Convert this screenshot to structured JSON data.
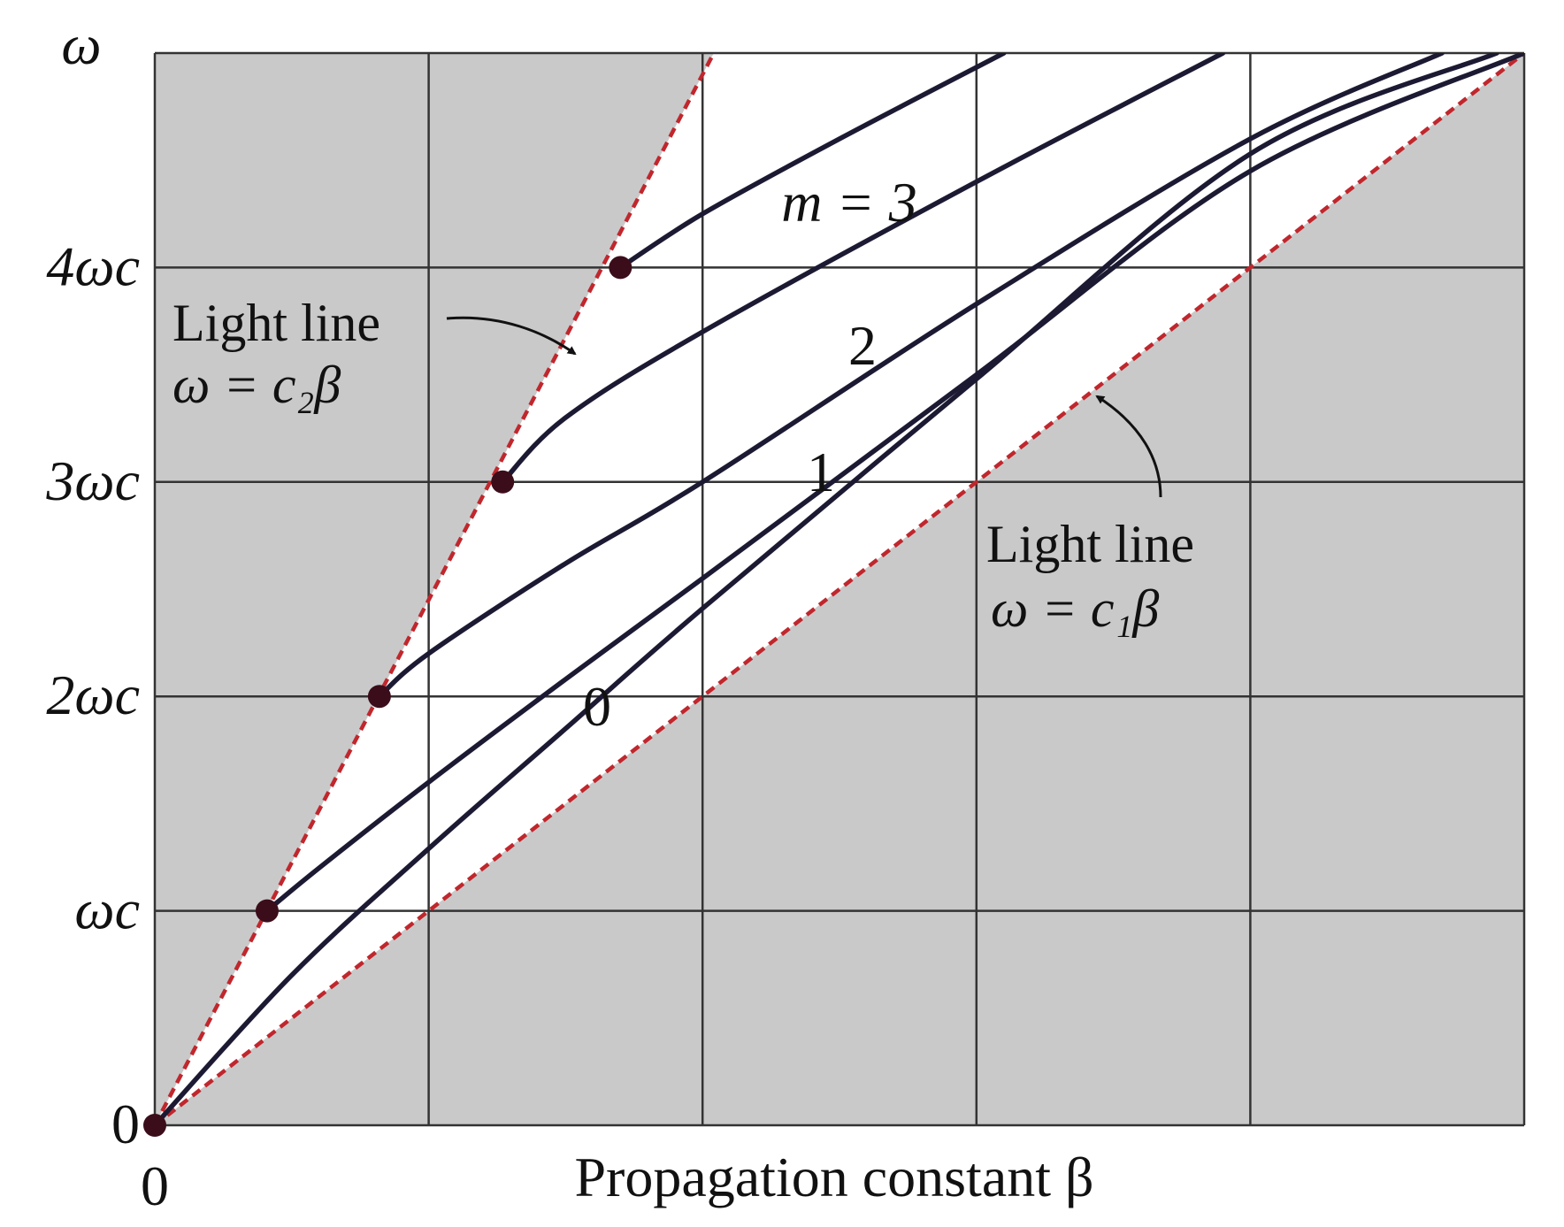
{
  "chart_data": {
    "type": "line",
    "xlabel": "Propagation constant β",
    "ylabel": "ω",
    "xlim": [
      0,
      5
    ],
    "ylim": [
      0,
      5
    ],
    "grid": true,
    "x_ticks": [
      {
        "value": 0,
        "label": "0"
      }
    ],
    "y_ticks": [
      {
        "value": 0,
        "label": "0"
      },
      {
        "value": 1,
        "label": "ωc"
      },
      {
        "value": 2,
        "label": "2ωc"
      },
      {
        "value": 3,
        "label": "3ωc"
      },
      {
        "value": 4,
        "label": "4ωc"
      }
    ],
    "colors": {
      "shade": "#c9c9c9",
      "grid": "#333333",
      "curve": "#1c1a33",
      "light_line": "#c0272d",
      "cutoff_dot": "#3b0d1a"
    },
    "light_lines": [
      {
        "slope": 2.45,
        "label_line1": "Light line",
        "label_line2": "ω = c₂β"
      },
      {
        "slope": 1.0,
        "label_line1": "Light line",
        "label_line2": "ω = c₁β"
      }
    ],
    "series": [
      {
        "mode": 0,
        "label": "0",
        "points": [
          [
            0,
            0
          ],
          [
            0.5,
            0.7
          ],
          [
            1.0,
            1.29
          ],
          [
            1.5,
            1.85
          ],
          [
            2.0,
            2.41
          ],
          [
            3.0,
            3.48
          ],
          [
            4.0,
            4.53
          ],
          [
            4.9,
            5.0
          ]
        ]
      },
      {
        "mode": 1,
        "label": "1",
        "points": [
          [
            0.41,
            1.0
          ],
          [
            0.6,
            1.2
          ],
          [
            1.0,
            1.6
          ],
          [
            1.5,
            2.08
          ],
          [
            2.0,
            2.55
          ],
          [
            3.0,
            3.5
          ],
          [
            4.0,
            4.45
          ],
          [
            5.0,
            5.0
          ]
        ]
      },
      {
        "mode": 2,
        "label": "2",
        "points": [
          [
            0.82,
            2.0
          ],
          [
            1.0,
            2.2
          ],
          [
            1.5,
            2.62
          ],
          [
            2.0,
            3.0
          ],
          [
            3.0,
            3.83
          ],
          [
            4.0,
            4.6
          ],
          [
            4.7,
            5.0
          ]
        ]
      },
      {
        "mode": 3,
        "label": "m = 3",
        "points": [
          [
            1.27,
            3.0
          ],
          [
            1.5,
            3.3
          ],
          [
            2.0,
            3.7
          ],
          [
            3.0,
            4.4
          ],
          [
            3.9,
            5.0
          ]
        ]
      },
      {
        "mode": 4,
        "label": "",
        "points": [
          [
            1.7,
            4.0
          ],
          [
            2.0,
            4.25
          ],
          [
            2.5,
            4.6
          ],
          [
            3.1,
            5.0
          ]
        ]
      }
    ],
    "cutoff_points": [
      [
        0,
        0
      ],
      [
        0.41,
        1.0
      ],
      [
        0.82,
        2.0
      ],
      [
        1.27,
        3.0
      ],
      [
        1.7,
        4.0
      ]
    ]
  }
}
